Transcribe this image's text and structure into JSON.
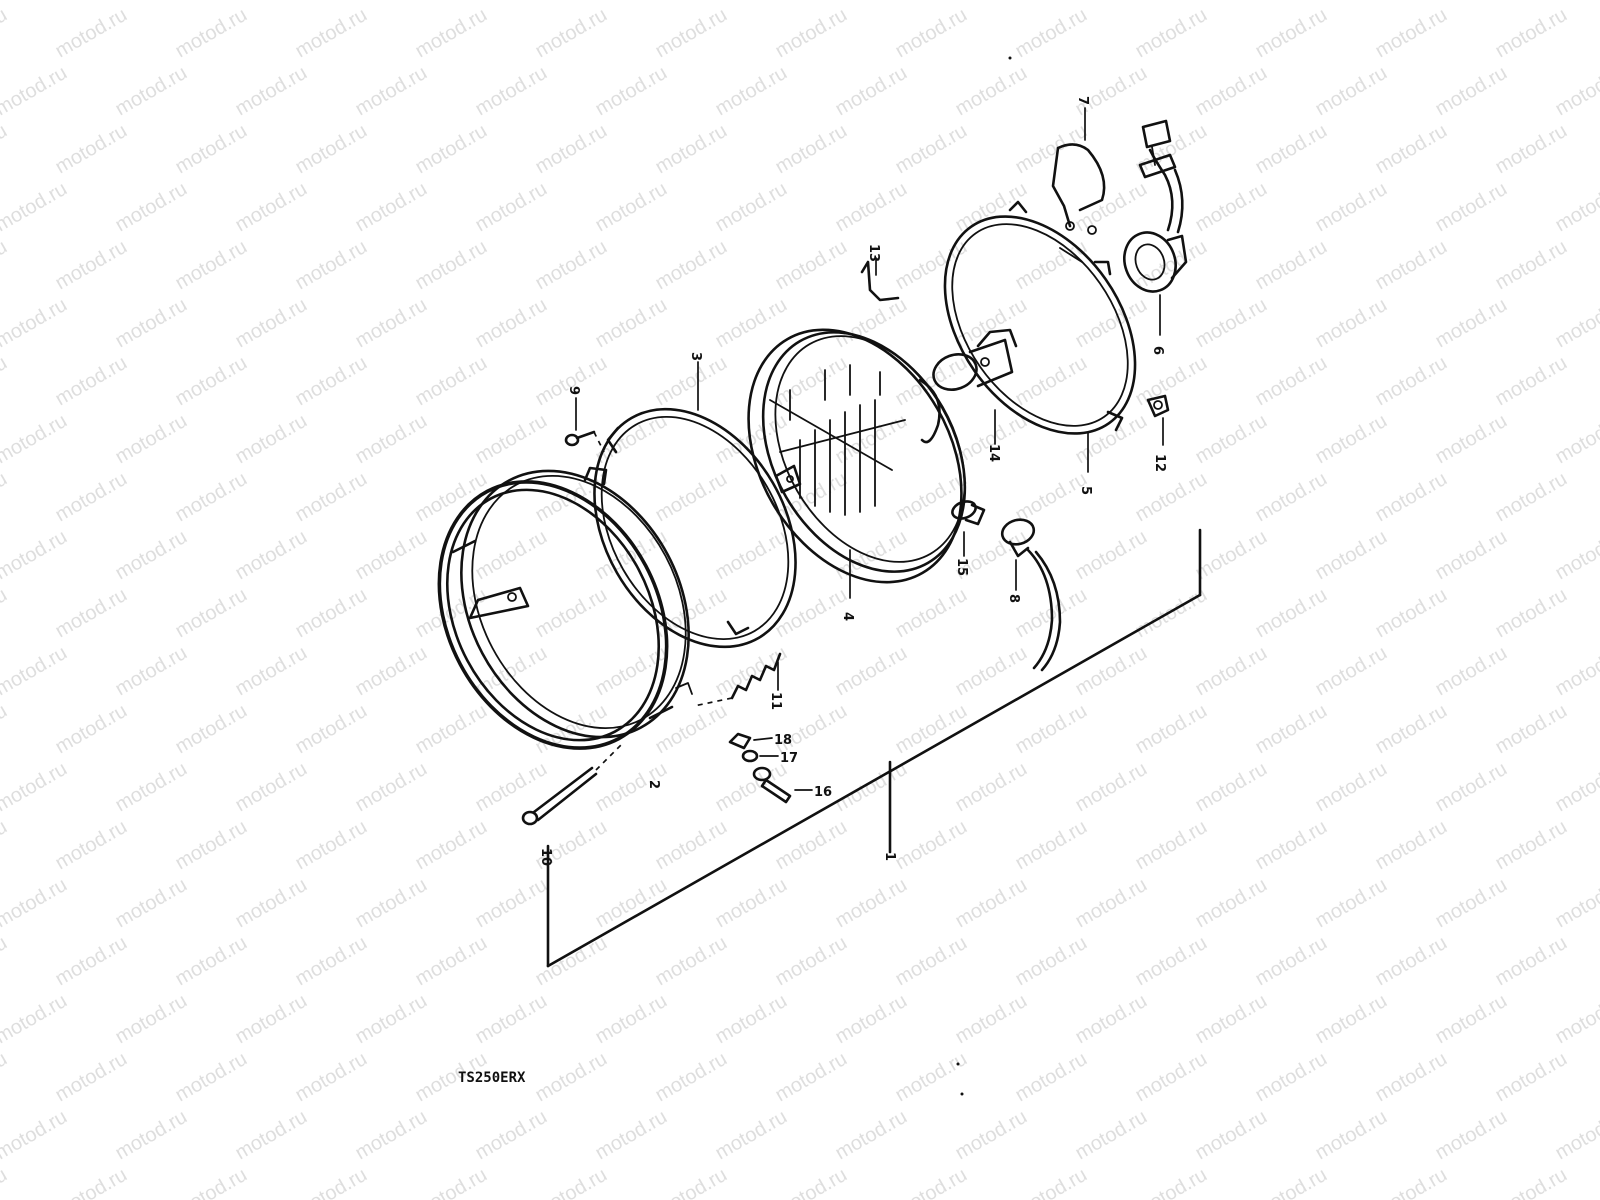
{
  "watermark": "motod.ru",
  "model_code": "TS250ERX",
  "part_numbers": {
    "p1": "1",
    "p2": "2",
    "p3": "3",
    "p4": "4",
    "p5": "5",
    "p6": "6",
    "p7": "7",
    "p8": "8",
    "p9": "9",
    "p10": "10",
    "p11": "11",
    "p12": "12",
    "p13": "13",
    "p14": "14",
    "p15": "15",
    "p16": "16",
    "p17": "17",
    "p18": "18"
  },
  "colors": {
    "line": "#111111",
    "watermark": "#c4c4c4",
    "background": "#ffffff"
  }
}
